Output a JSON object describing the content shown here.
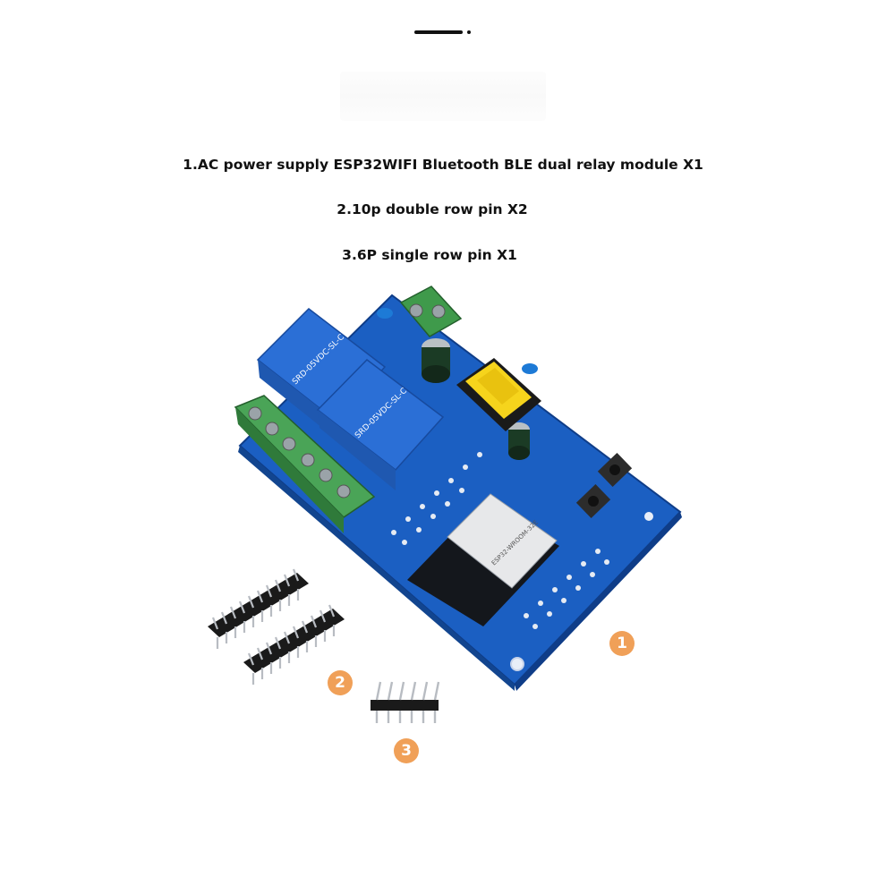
{
  "lines": [
    "1.AC power supply ESP32WIFI Bluetooth BLE dual relay module X1",
    "2.10p double row pin X2",
    "3.6P single row pin X1"
  ],
  "badges": [
    "1",
    "2",
    "3"
  ],
  "colors": {
    "pcb": "#1f63c7",
    "relay": "#2b6fd6",
    "terminal": "#3f9a4b",
    "badge": "#f0a058",
    "header_pin": "#1a1a1a"
  },
  "icons": {
    "handle": "handle-bar-icon",
    "relay": "relay-icon",
    "module": "esp32-module-icon"
  }
}
